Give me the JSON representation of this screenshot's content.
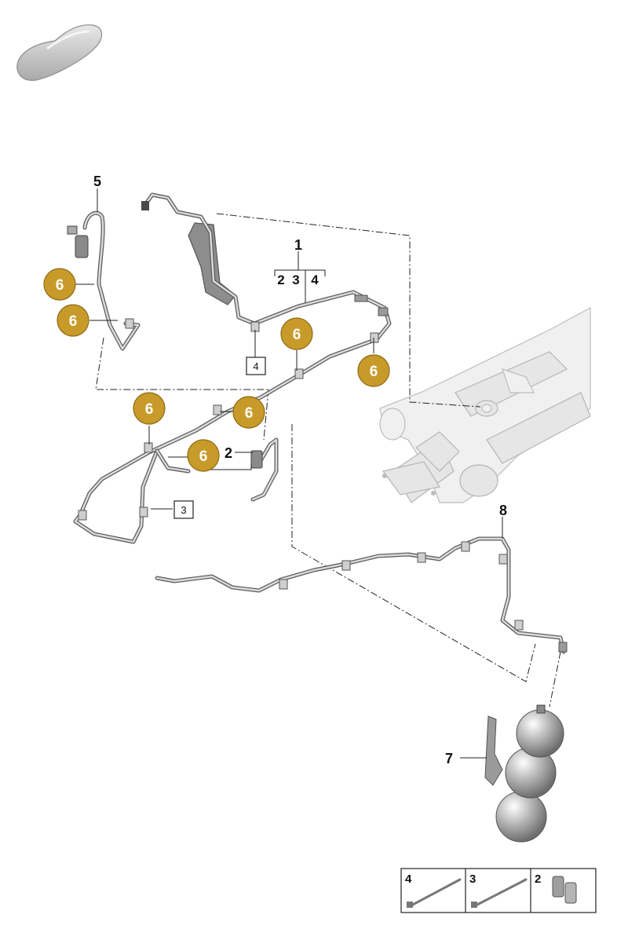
{
  "callouts": {
    "c1": "1",
    "c2": "2",
    "c3": "3",
    "c4": "4",
    "c2b": "2",
    "c5": "5",
    "c7": "7",
    "c8": "8"
  },
  "boxed_refs": {
    "box4": "4",
    "box3": "3"
  },
  "badges": [
    "6",
    "6",
    "6",
    "6",
    "6",
    "6",
    "6"
  ],
  "legend": {
    "items": [
      "4",
      "3",
      "2"
    ]
  },
  "colors": {
    "badge_fill": "#c79a2a",
    "badge_stroke": "#8f6b12",
    "pipe": "#5f5f5f"
  }
}
